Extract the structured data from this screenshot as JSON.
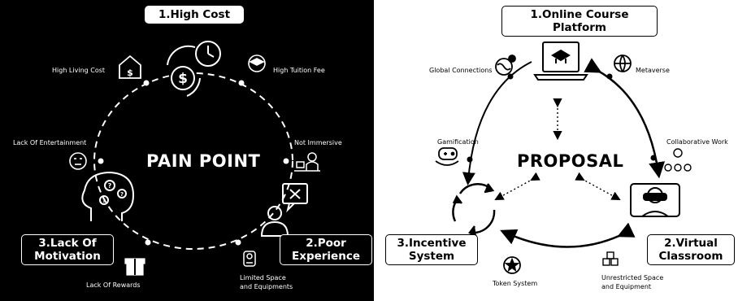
{
  "left": {
    "top_box": "1.High Cost",
    "center": "PAIN POINT",
    "box_right": [
      "2.Poor",
      "Experience"
    ],
    "box_left": [
      "3.Lack Of",
      "Motivation"
    ],
    "labels": {
      "living": "High Living Cost",
      "tuition": "High Tuition Fee",
      "entertainment": "Lack Of Entertainment",
      "immersive": "Not Immersive",
      "rewards": "Lack Of Rewards",
      "space": [
        "Limited Space",
        "and Equipments"
      ]
    }
  },
  "right": {
    "top_box": "1.Online Course Platform",
    "center": "PROPOSAL",
    "box_right": [
      "2.Virtual",
      "Classroom"
    ],
    "box_left": [
      "3.Incentive",
      "System"
    ],
    "labels": {
      "global": "Global Connections",
      "metaverse": "Metaverse",
      "gamification": "Gamification",
      "collab": "Collaborative Work",
      "token": "Token System",
      "unrestricted": [
        "Unrestricted Space",
        "and Equipment"
      ]
    }
  },
  "colors": {
    "left_bg": "#000000",
    "right_bg": "#ffffff"
  }
}
